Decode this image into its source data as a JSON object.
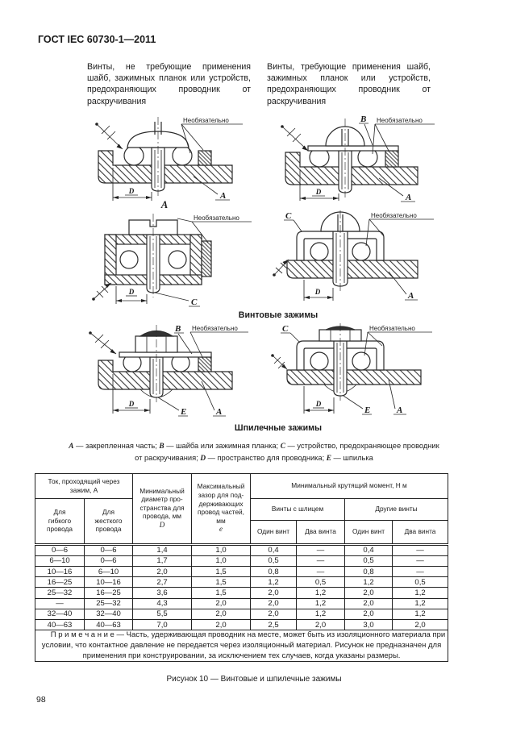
{
  "page": {
    "header": "ГОСТ IEC 60730-1—2011",
    "page_number": "98",
    "figure_caption": "Рисунок 10 — Винтовые и шпилечные зажимы"
  },
  "intro": {
    "left": "Винты, не требующие применения шайб, зажимных планок или устройств, предохраняющих проводник от раскручивания",
    "right": "Винты, требующие применения шайб, зажимных планок или устройств, предохраняющих проводник от раскручивания"
  },
  "figures": {
    "optional": "Необязательно",
    "dim_d": "D",
    "part_a": "A",
    "part_b": "B",
    "part_c": "C",
    "part_e": "E",
    "screw_caption": "Винтовые зажимы",
    "stud_caption": "Шпилечные зажимы"
  },
  "legend": {
    "items": [
      {
        "sym": "А",
        "text": " — закрепленная часть; "
      },
      {
        "sym": "В",
        "text": " — шайба или зажимная планка; "
      },
      {
        "sym": "С",
        "text": " — устройство, предохраняющее проводник"
      },
      {
        "sym": "",
        "text": "от раскручивания; "
      },
      {
        "sym": "D",
        "text": " — пространство для проводника; "
      },
      {
        "sym": "Е",
        "text": " — шпилька"
      }
    ]
  },
  "table": {
    "col_current_group": "Ток, проходящий через\nзажим, А",
    "col_flexible": "Для\nгибкого\nпровода",
    "col_rigid": "Для\nжесткого\nпровода",
    "col_diameter": "Минимальный\nдиаметр про-\nстранства для\nпровода, мм",
    "col_diameter_sym": "D",
    "col_gap": "Максимальный\nзазор для под-\nдерживающих\nпровод частей,\nмм",
    "col_gap_sym": "е",
    "col_torque_group": "Минимальный крутящий момент, Н м",
    "col_slotted": "Винты с шлицем",
    "col_other": "Другие винты",
    "col_one": "Один винт",
    "col_two": "Два винта",
    "rows": [
      [
        "0—6",
        "0—6",
        "1,4",
        "1,0",
        "0,4",
        "—",
        "0,4",
        "—"
      ],
      [
        "6—10",
        "0—6",
        "1,7",
        "1,0",
        "0,5",
        "—",
        "0,5",
        "—"
      ],
      [
        "10—16",
        "6—10",
        "2,0",
        "1,5",
        "0,8",
        "—",
        "0,8",
        "—"
      ],
      [
        "16—25",
        "10—16",
        "2,7",
        "1,5",
        "1,2",
        "0,5",
        "1,2",
        "0,5"
      ],
      [
        "25—32",
        "16—25",
        "3,6",
        "1,5",
        "2,0",
        "1,2",
        "2,0",
        "1,2"
      ],
      [
        "—",
        "25—32",
        "4,3",
        "2,0",
        "2,0",
        "1,2",
        "2,0",
        "1,2"
      ],
      [
        "32—40",
        "32—40",
        "5,5",
        "2,0",
        "2,0",
        "1,2",
        "2,0",
        "1,2"
      ],
      [
        "40—63",
        "40—63",
        "7,0",
        "2,0",
        "2,5",
        "2,0",
        "3,0",
        "2,0"
      ]
    ],
    "note_label": "П р и м е ч а н и е",
    "note_text": "— Часть, удерживающая проводник на месте, может быть из изоляционного материала при условии, что контактное давление не передается через изоляционный материал. Рисунок не предназначен для применения при конструировании, за исключением тех случаев, когда указаны размеры."
  }
}
